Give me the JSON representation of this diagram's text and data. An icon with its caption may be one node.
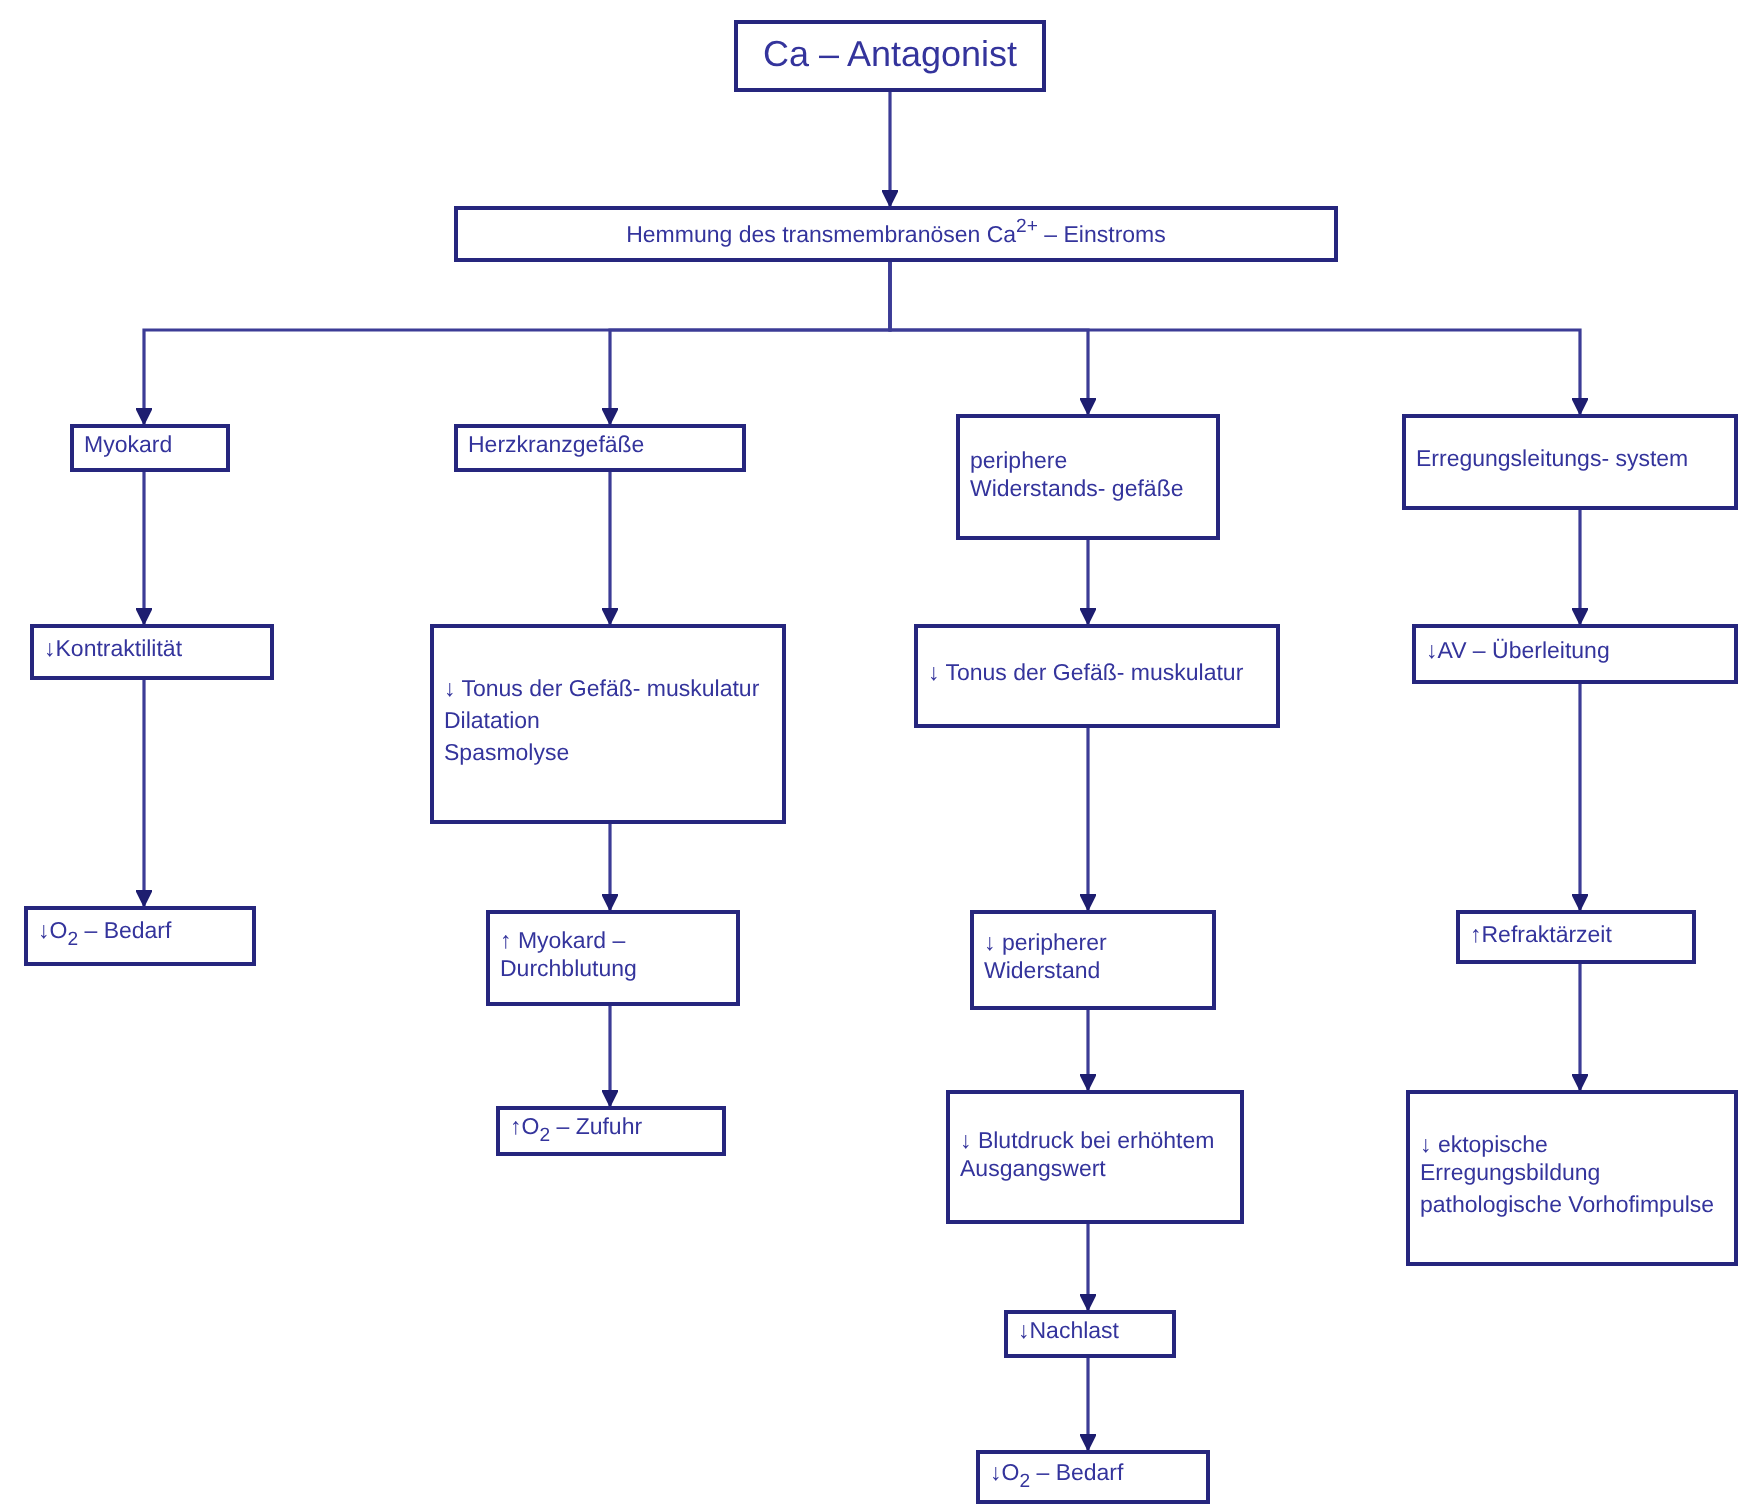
{
  "diagram": {
    "nodes": [
      {
        "text": [
          "Ca – Antagonist"
        ]
      },
      {
        "text": [
          "Hemmung des transmembranösen Ca$^{2+}$ – Einstroms"
        ]
      },
      {
        "text": [
          "Myokard"
        ]
      },
      {
        "text": [
          "Herzkranzgefäße"
        ]
      },
      {
        "text": [
          "periphere Widerstands- gefäße"
        ]
      },
      {
        "text": [
          "Erregungsleitungs- system"
        ]
      },
      {
        "text": [
          "↓Kontraktilität"
        ]
      },
      {
        "text": [
          "↓ Tonus der Gefäß- muskulatur",
          "Dilatation",
          "Spasmolyse"
        ]
      },
      {
        "text": [
          "↓ Tonus der Gefäß- muskulatur"
        ]
      },
      {
        "text": [
          "↓AV – Überleitung"
        ]
      },
      {
        "text": [
          "↓O$_{2}$ – Bedarf"
        ]
      },
      {
        "text": [
          "↑ Myokard – Durchblutung"
        ]
      },
      {
        "text": [
          "↓ peripherer Widerstand"
        ]
      },
      {
        "text": [
          "↑Refraktärzeit"
        ]
      },
      {
        "text": [
          "↑O$_{2}$ – Zufuhr"
        ]
      },
      {
        "text": [
          "↓ Blutdruck bei erhöhtem Ausgangswert"
        ]
      },
      {
        "text": [
          "↓ ektopische Erregungsbildung",
          "pathologische Vorhofimpulse"
        ]
      },
      {
        "text": [
          "↓Nachlast"
        ]
      },
      {
        "text": [
          "↓O$_{2}$ – Bedarf"
        ]
      }
    ],
    "edges": [
      {
        "from": 0,
        "to": 1,
        "arrow": "to"
      },
      {
        "from": 1,
        "to": 2,
        "arrow": "to"
      },
      {
        "from": 1,
        "to": 3,
        "arrow": "to"
      },
      {
        "from": 1,
        "to": 4,
        "arrow": "to"
      },
      {
        "from": 1,
        "to": 5,
        "arrow": "to"
      },
      {
        "from": 2,
        "to": 6,
        "arrow": "to"
      },
      {
        "from": 6,
        "to": 10,
        "arrow": "to"
      },
      {
        "from": 3,
        "to": 7,
        "arrow": "to"
      },
      {
        "from": 7,
        "to": 11,
        "arrow": "to"
      },
      {
        "from": 11,
        "to": 14,
        "arrow": "to"
      },
      {
        "from": 4,
        "to": 8,
        "arrow": "to"
      },
      {
        "from": 8,
        "to": 12,
        "arrow": "to"
      },
      {
        "from": 12,
        "to": 15,
        "arrow": "to"
      },
      {
        "from": 15,
        "to": 17,
        "arrow": "to"
      },
      {
        "from": 17,
        "to": 18,
        "arrow": "to"
      },
      {
        "from": 5,
        "to": 9,
        "arrow": "to"
      },
      {
        "from": 9,
        "to": 13,
        "arrow": "to"
      },
      {
        "from": 13,
        "to": 16,
        "arrow": "to"
      }
    ]
  }
}
